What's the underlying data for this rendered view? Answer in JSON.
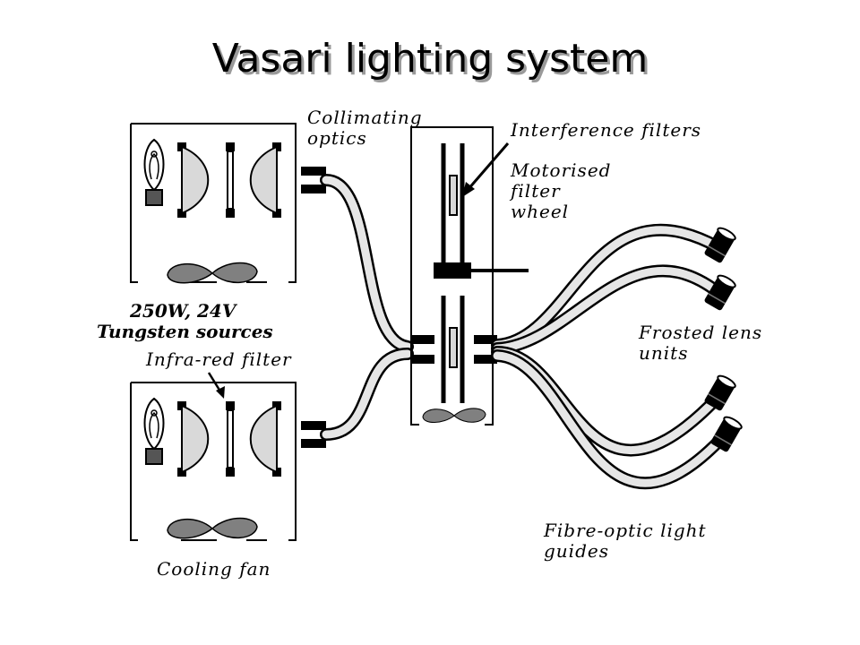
{
  "title": "Vasari lighting system",
  "labels": {
    "collimating_1": "Collimating",
    "collimating_2": "optics",
    "interference": "Interference  filters",
    "motorised_1": "Motorised",
    "motorised_2": "filter",
    "motorised_3": "wheel",
    "sources_1": "250W,  24V",
    "sources_2": "Tungsten  sources",
    "infrared": "Infra-red  filter",
    "frosted_1": "Frosted  lens",
    "frosted_2": "units",
    "fibre_1": "Fibre-optic  light",
    "fibre_2": "guides",
    "cooling": "Cooling  fan"
  },
  "colors": {
    "ink": "#000000",
    "lens_fill": "#d9d9d9",
    "fan_fill": "#808080",
    "bulb_base": "#555555",
    "cable_fill": "#e6e6e6"
  }
}
